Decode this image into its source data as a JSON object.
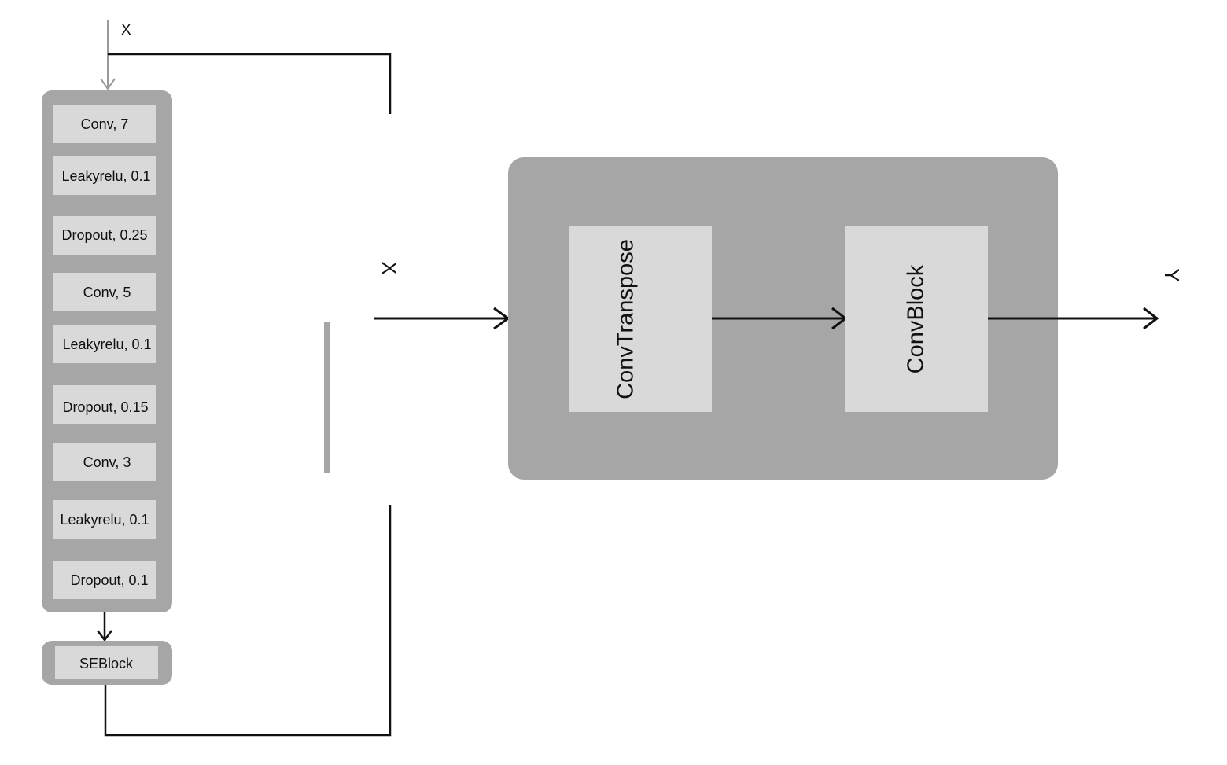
{
  "conv_block": {
    "input_label": "X",
    "layers": [
      "Conv, 7",
      "Leakyrelu, 0.1",
      "Dropout, 0.25",
      "Conv, 5",
      "Leakyrelu, 0.1",
      "Dropout, 0.15",
      "Conv, 3",
      "Leakyrelu, 0.1",
      "Dropout, 0.1"
    ],
    "se_block_label": "SEBlock"
  },
  "upsample_block": {
    "input_label": "X",
    "inner_blocks": [
      "ConvTranspose",
      "ConvBlock"
    ],
    "output_label": "Y"
  },
  "colors": {
    "container": "#a6a6a6",
    "layer_box": "#d9d9d9",
    "line": "#111111",
    "input_arrow": "#9a9a9a",
    "divider_bar": "#a6a6a6"
  }
}
